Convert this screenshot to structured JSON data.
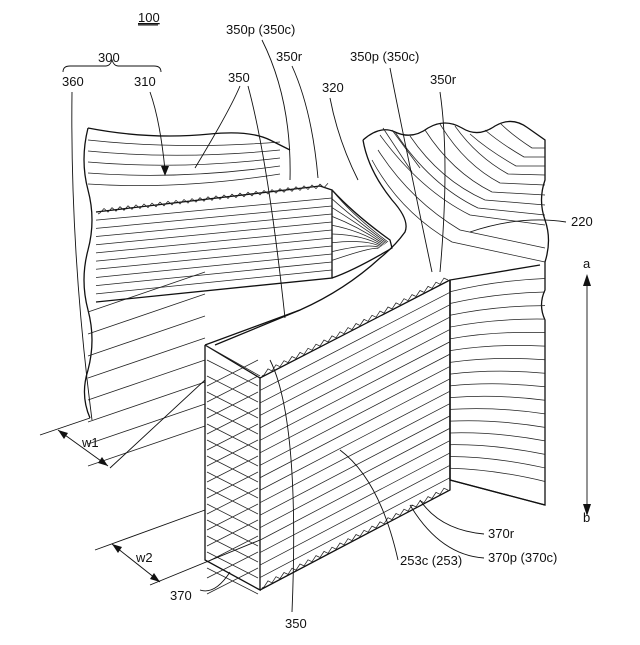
{
  "figure": {
    "ref_main": "100",
    "labels": {
      "l300": "300",
      "l360": "360",
      "l310": "310",
      "l350_top": "350",
      "l350p_left": "350p (350c)",
      "l350r_left": "350r",
      "l320": "320",
      "l350p_right": "350p (350c)",
      "l350r_right": "350r",
      "l220": "220",
      "la": "a",
      "lb": "b",
      "lw1": "w1",
      "lw2": "w2",
      "l370": "370",
      "l350_bottom": "350",
      "l253": "253c (253)",
      "l370r": "370r",
      "l370p": "370p (370c)"
    }
  }
}
